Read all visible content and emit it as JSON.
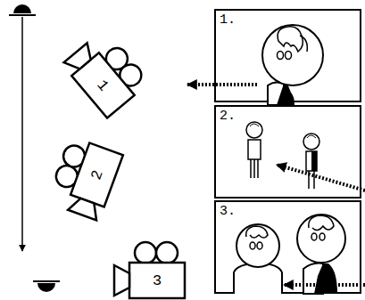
{
  "diagram": {
    "nodes": [
      {
        "text": [
          "1"
        ]
      },
      {
        "text": [
          "1."
        ]
      },
      {
        "text": [
          "2"
        ]
      },
      {
        "text": [
          "2."
        ]
      },
      {
        "text": [
          "3"
        ]
      },
      {
        "text": [
          "3."
        ]
      }
    ]
  }
}
